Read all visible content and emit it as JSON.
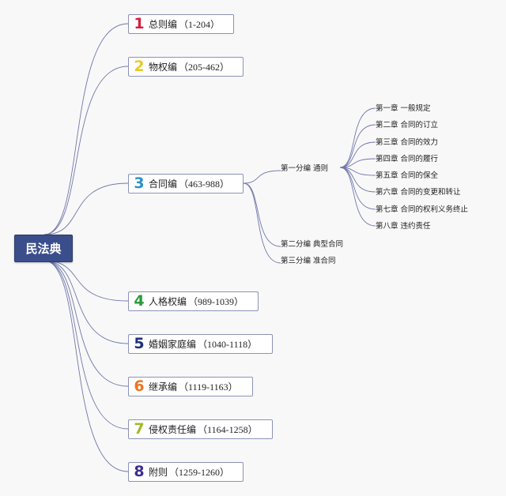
{
  "root": {
    "label": "民法典"
  },
  "books": [
    {
      "num": "1",
      "name": "总则编",
      "range": "（1-204）",
      "color": "#d0223e"
    },
    {
      "num": "2",
      "name": "物权编",
      "range": "（205-462）",
      "color": "#eac92c"
    },
    {
      "num": "3",
      "name": "合同编",
      "range": "（463-988）",
      "color": "#2a93c9"
    },
    {
      "num": "4",
      "name": "人格权编",
      "range": "（989-1039）",
      "color": "#2b9a3b"
    },
    {
      "num": "5",
      "name": "婚姻家庭编",
      "range": "（1040-1118）",
      "color": "#1d2f78"
    },
    {
      "num": "6",
      "name": "继承编",
      "range": "（1119-1163）",
      "color": "#ee7320"
    },
    {
      "num": "7",
      "name": "侵权责任编",
      "range": "（1164-1258）",
      "color": "#a1bb27"
    },
    {
      "num": "8",
      "name": "附则",
      "range": "（1259-1260）",
      "color": "#3a2f8f"
    }
  ],
  "contract_parts": [
    {
      "label": "第一分编 通则"
    },
    {
      "label": "第二分编 典型合同"
    },
    {
      "label": "第三分编 准合同"
    }
  ],
  "general_chapters": [
    "第一章 一般规定",
    "第二章 合同的订立",
    "第三章 合同的效力",
    "第四章 合同的履行",
    "第五章 合同的保全",
    "第六章 合同的变更和转让",
    "第七章 合同的权利义务终止",
    "第八章 违约责任"
  ],
  "colors": {
    "line": "#6f77aa",
    "root_bg": "#3a4e8c",
    "node_border": "#8c93b8"
  }
}
